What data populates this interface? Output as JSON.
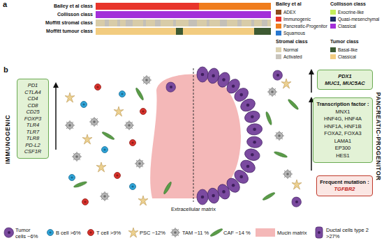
{
  "diagram": {
    "nodes": [
      {
        "text": [
          "PD1",
          "CTLA4",
          "CD4",
          "CD8",
          "CD25",
          "FOXP3",
          "TLR4",
          "TLR7",
          "TLR8",
          "PD-L2",
          "CSF1R"
        ]
      },
      {
        "text": [
          "PDX1",
          "MUC1, MUC5AC"
        ]
      },
      {
        "text": [
          "Transcription factor :",
          "MNX1",
          "HNF4G, HNF4A",
          "HNF1A, HNF1B",
          "FOXA2, FOXA3",
          "LAMA1",
          "EP300",
          "HES1"
        ]
      },
      {
        "text": [
          "Frequent mutation :",
          "TGFBR2"
        ]
      }
    ],
    "edges": [],
    "labels": [
      "a",
      "Bailey et al class",
      "Collisson class",
      "Moffitt stromal class",
      "Moffitt tumour class",
      "Bailey et al",
      "Collisson class",
      "Stromal class",
      "Tumor class",
      "b",
      "IMMUNOGENIC",
      "PANCREATIC-PROGENITOR",
      "Extracellular matrix"
    ],
    "legend": [
      {
        "text": "ADEX",
        "color": "#8b4a1c"
      },
      {
        "text": "Immunogenic",
        "color": "#e8352b"
      },
      {
        "text": "Pancreatic-Progenitor",
        "color": "#f07d1d"
      },
      {
        "text": "Squamous",
        "color": "#2878d0"
      },
      {
        "text": "Exocrine-like",
        "color": "#c6ef5a"
      },
      {
        "text": "Quasi-mesenchymal",
        "color": "#1c2a66"
      },
      {
        "text": "Classical",
        "color": "#a32fd9"
      },
      {
        "text": "Normal",
        "color": "#dcd2b0"
      },
      {
        "text": "Activated",
        "color": "#c9c5bd"
      },
      {
        "text": "Basal-like",
        "color": "#3d5a32"
      },
      {
        "text": "Classical",
        "color": "#f2cc80"
      },
      {
        "text": "Tumor cells ~6%"
      },
      {
        "text": "B cell >6%"
      },
      {
        "text": "T cell >9%"
      },
      {
        "text": "PSC ~12%"
      },
      {
        "text": "TAM ~11 %"
      },
      {
        "text": "CAF ~14 %"
      },
      {
        "text": "Mucin matrix"
      },
      {
        "text": "Ductal cells type 2 >27%"
      }
    ]
  }
}
